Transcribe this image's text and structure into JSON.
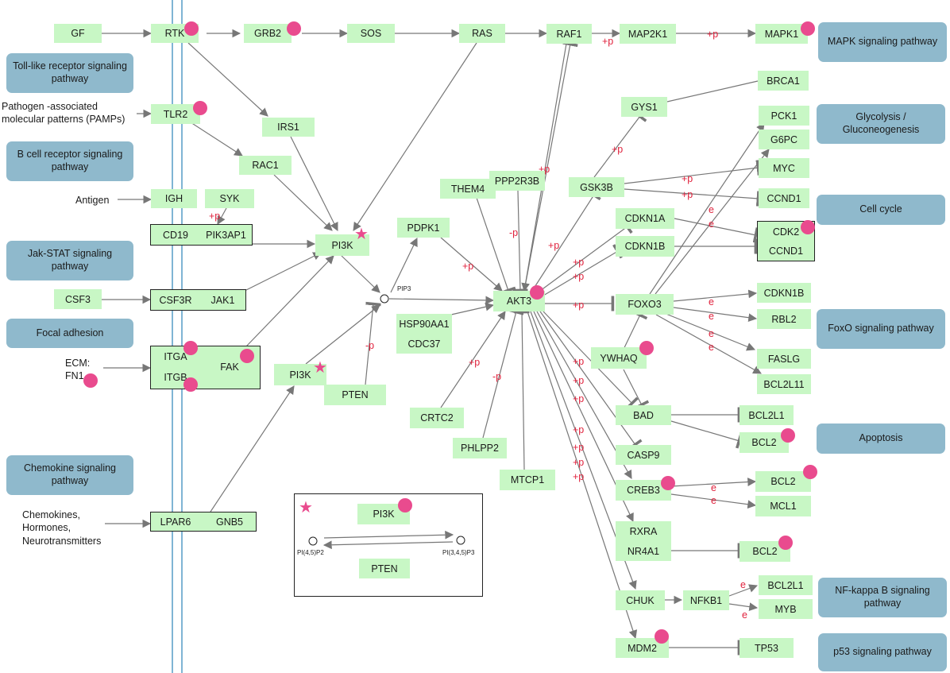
{
  "genes": {
    "GF": "GF",
    "RTK": "RTK",
    "GRB2": "GRB2",
    "SOS": "SOS",
    "RAS": "RAS",
    "RAF1": "RAF1",
    "MAP2K1": "MAP2K1",
    "MAPK1": "MAPK1",
    "TLR2": "TLR2",
    "IRS1": "IRS1",
    "RAC1": "RAC1",
    "IGH": "IGH",
    "SYK": "SYK",
    "CD19": "CD19",
    "PIK3AP1": "PIK3AP1",
    "CSF3": "CSF3",
    "CSF3R": "CSF3R",
    "JAK1": "JAK1",
    "ITGA": "ITGA",
    "ITGB": "ITGB",
    "FAK": "FAK",
    "LPAR6": "LPAR6",
    "GNB5": "GNB5",
    "PI3K_main": "PI3K",
    "PI3K_second": "PI3K",
    "PTEN": "PTEN",
    "PDPK1": "PDPK1",
    "THEM4": "THEM4",
    "PPP2R3B": "PPP2R3B",
    "HSP90AA1": "HSP90AA1",
    "CDC37": "CDC37",
    "AKT3": "AKT3",
    "CRTC2": "CRTC2",
    "PHLPP2": "PHLPP2",
    "MTCP1": "MTCP1",
    "GYS1": "GYS1",
    "BRCA1": "BRCA1",
    "GSK3B": "GSK3B",
    "PCK1": "PCK1",
    "G6PC": "G6PC",
    "MYC": "MYC",
    "CCND1_a": "CCND1",
    "CDKN1A": "CDKN1A",
    "CDKN1B_a": "CDKN1B",
    "CDK2": "CDK2",
    "CCND1_b": "CCND1",
    "FOXO3": "FOXO3",
    "CDKN1B_b": "CDKN1B",
    "RBL2": "RBL2",
    "FASLG": "FASLG",
    "BCL2L11": "BCL2L11",
    "YWHAQ": "YWHAQ",
    "BAD": "BAD",
    "BCL2L1_a": "BCL2L1",
    "BCL2_a": "BCL2",
    "CASP9": "CASP9",
    "CREB3": "CREB3",
    "BCL2_b": "BCL2",
    "MCL1": "MCL1",
    "RXRA": "RXRA",
    "NR4A1": "NR4A1",
    "BCL2_c": "BCL2",
    "CHUK": "CHUK",
    "NFKB1": "NFKB1",
    "BCL2L1_b": "BCL2L1",
    "MYB": "MYB",
    "MDM2": "MDM2",
    "TP53": "TP53"
  },
  "pathways": {
    "mapk": "MAPK signaling pathway",
    "toll": "Toll-like receptor signaling pathway",
    "bcell": "B cell receptor signaling pathway",
    "jak": "Jak-STAT signaling pathway",
    "focal": "Focal adhesion",
    "chemokine": "Chemokine signaling pathway",
    "glyco": "Glycolysis / Gluconeogenesis",
    "cellcycle": "Cell cycle",
    "foxo": "FoxO signaling pathway",
    "apoptosis": "Apoptosis",
    "nfkb": "NF-kappa B signaling pathway",
    "p53": "p53 signaling pathway"
  },
  "labels": {
    "pamps": "Pathogen -associated molecular patterns (PAMPs)",
    "antigen": "Antigen",
    "ecm": "ECM: FN1",
    "chemokines": "Chemokines, Hormones, Neurotransmitters",
    "pip3": "PIP3"
  },
  "legend": {
    "pi3k": "PI3K",
    "pten": "PTEN",
    "pip2": "PI(4,5)P2",
    "pip3": "PI(3,4,5)P3"
  },
  "edge_labels": {
    "plus_p": "+p",
    "minus_p": "-p",
    "expression": "e"
  },
  "colors": {
    "gene_fill": "#c8f7c5",
    "pathway_fill": "#8fb9cc",
    "marker": "#e94b8e",
    "edge": "#777777",
    "edge_label": "#e0223d",
    "membrane": "#7fb4d4"
  }
}
